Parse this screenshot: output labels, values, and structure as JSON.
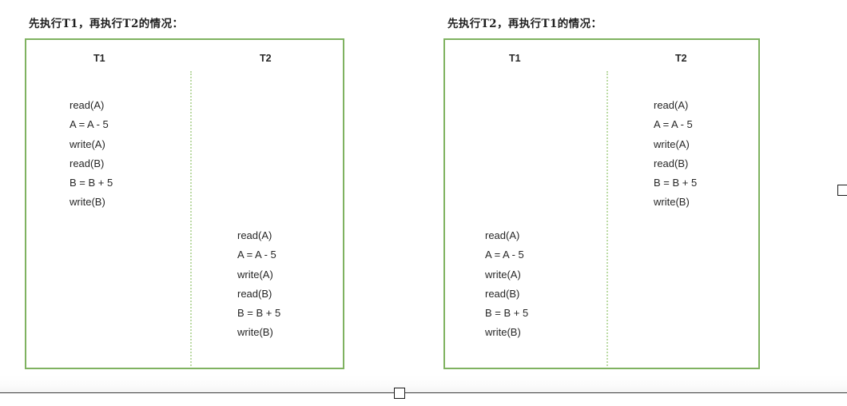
{
  "document": {
    "background_color": "#ffffff",
    "box_border_color": "#7fb260",
    "divider_color": "#bddba6",
    "text_color": "#262626"
  },
  "panels": [
    {
      "heading": "先执行T1，再执行T2的情况：",
      "columns": [
        {
          "header": "T1",
          "steps": [
            "read(A)",
            "A = A - 5",
            "write(A)",
            "read(B)",
            "B = B + 5",
            "write(B)"
          ]
        },
        {
          "header": "T2",
          "steps": [
            "read(A)",
            "A = A - 5",
            "write(A)",
            "read(B)",
            "B = B + 5",
            "write(B)"
          ]
        }
      ]
    },
    {
      "heading": "先执行T2，再执行T1的情况：",
      "columns": [
        {
          "header": "T1",
          "steps": [
            "read(A)",
            "A = A - 5",
            "write(A)",
            "read(B)",
            "B = B + 5",
            "write(B)"
          ]
        },
        {
          "header": "T2",
          "steps": [
            "read(A)",
            "A = A - 5",
            "write(A)",
            "read(B)",
            "B = B + 5",
            "write(B)"
          ]
        }
      ]
    }
  ],
  "page_break": {
    "handle_icon": "resize-handle-square"
  }
}
